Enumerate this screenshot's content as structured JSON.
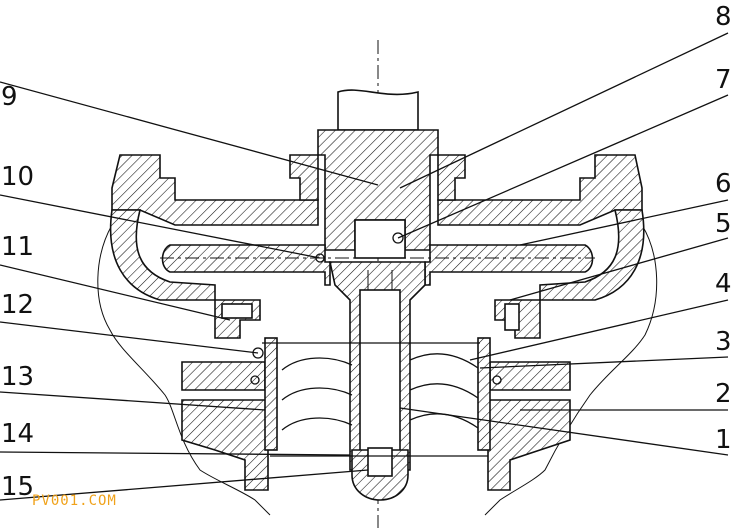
{
  "drawing": {
    "part_labels": [
      "1",
      "2",
      "3",
      "4",
      "5",
      "6",
      "7",
      "8",
      "9",
      "10",
      "11",
      "12",
      "13",
      "14",
      "15"
    ]
  },
  "watermark": {
    "text": "PV001.COM"
  }
}
